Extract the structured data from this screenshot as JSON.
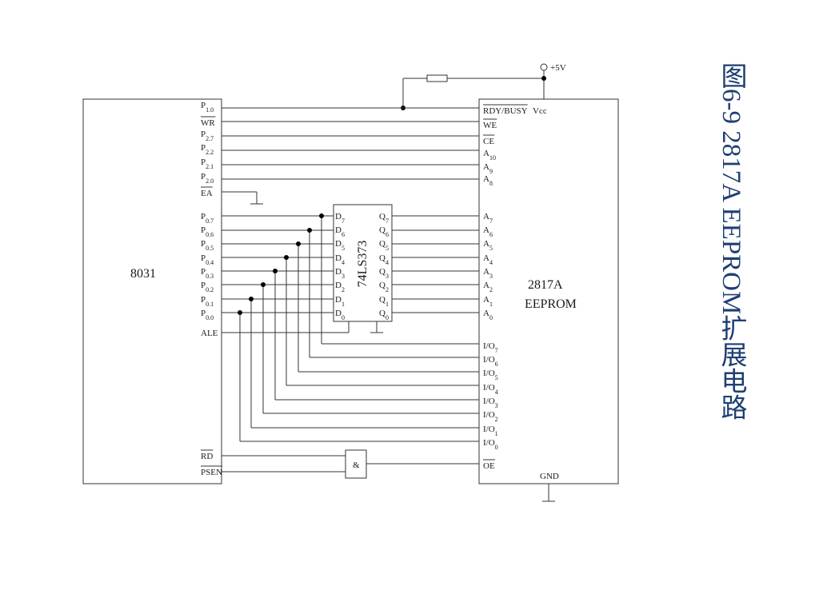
{
  "title": "图6-9 2817A EEPROM扩展电路",
  "chips": {
    "mcu": {
      "name": "8031"
    },
    "latch": {
      "name": "74LS373"
    },
    "eeprom": {
      "name_line1": "2817A",
      "name_line2": "EEPROM"
    },
    "gate": {
      "symbol": "&"
    }
  },
  "power": {
    "supply": "+5V",
    "vcc": "Vcc",
    "gnd": "GND"
  },
  "pins": {
    "mcu": {
      "p10": {
        "base": "P",
        "sub": "1.0"
      },
      "wr": {
        "base": "WR"
      },
      "p27": {
        "base": "P",
        "sub": "2.7"
      },
      "p22": {
        "base": "P",
        "sub": "2.2"
      },
      "p21": {
        "base": "P",
        "sub": "2.1"
      },
      "p20": {
        "base": "P",
        "sub": "2.0"
      },
      "ea": {
        "base": "EA"
      },
      "p07": {
        "base": "P",
        "sub": "0.7"
      },
      "p06": {
        "base": "P",
        "sub": "0.6"
      },
      "p05": {
        "base": "P",
        "sub": "0.5"
      },
      "p04": {
        "base": "P",
        "sub": "0.4"
      },
      "p03": {
        "base": "P",
        "sub": "0.3"
      },
      "p02": {
        "base": "P",
        "sub": "0.2"
      },
      "p01": {
        "base": "P",
        "sub": "0.1"
      },
      "p00": {
        "base": "P",
        "sub": "0.0"
      },
      "ale": {
        "base": "ALE"
      },
      "rd": {
        "base": "RD"
      },
      "psen": {
        "base": "PSEN"
      }
    },
    "latch": {
      "d7": {
        "base": "D",
        "sub": "7"
      },
      "d6": {
        "base": "D",
        "sub": "6"
      },
      "d5": {
        "base": "D",
        "sub": "5"
      },
      "d4": {
        "base": "D",
        "sub": "4"
      },
      "d3": {
        "base": "D",
        "sub": "3"
      },
      "d2": {
        "base": "D",
        "sub": "2"
      },
      "d1": {
        "base": "D",
        "sub": "1"
      },
      "d0": {
        "base": "D",
        "sub": "0"
      },
      "q7": {
        "base": "Q",
        "sub": "7"
      },
      "q6": {
        "base": "Q",
        "sub": "6"
      },
      "q5": {
        "base": "Q",
        "sub": "5"
      },
      "q4": {
        "base": "Q",
        "sub": "4"
      },
      "q3": {
        "base": "Q",
        "sub": "3"
      },
      "q2": {
        "base": "Q",
        "sub": "2"
      },
      "q1": {
        "base": "Q",
        "sub": "1"
      },
      "q0": {
        "base": "Q",
        "sub": "0"
      }
    },
    "eeprom": {
      "rdy": {
        "base": "RDY/BUSY"
      },
      "we": {
        "base": "WE"
      },
      "ce": {
        "base": "CE"
      },
      "a10": {
        "base": "A",
        "sub": "10"
      },
      "a9": {
        "base": "A",
        "sub": "9"
      },
      "a8": {
        "base": "A",
        "sub": "8"
      },
      "a7": {
        "base": "A",
        "sub": "7"
      },
      "a6": {
        "base": "A",
        "sub": "6"
      },
      "a5": {
        "base": "A",
        "sub": "5"
      },
      "a4": {
        "base": "A",
        "sub": "4"
      },
      "a3": {
        "base": "A",
        "sub": "3"
      },
      "a2": {
        "base": "A",
        "sub": "2"
      },
      "a1": {
        "base": "A",
        "sub": "1"
      },
      "a0": {
        "base": "A",
        "sub": "0"
      },
      "io7": {
        "base": "I/O",
        "sub": "7"
      },
      "io6": {
        "base": "I/O",
        "sub": "6"
      },
      "io5": {
        "base": "I/O",
        "sub": "5"
      },
      "io4": {
        "base": "I/O",
        "sub": "4"
      },
      "io3": {
        "base": "I/O",
        "sub": "3"
      },
      "io2": {
        "base": "I/O",
        "sub": "2"
      },
      "io1": {
        "base": "I/O",
        "sub": "1"
      },
      "io0": {
        "base": "I/O",
        "sub": "0"
      },
      "oe": {
        "base": "OE"
      }
    }
  }
}
